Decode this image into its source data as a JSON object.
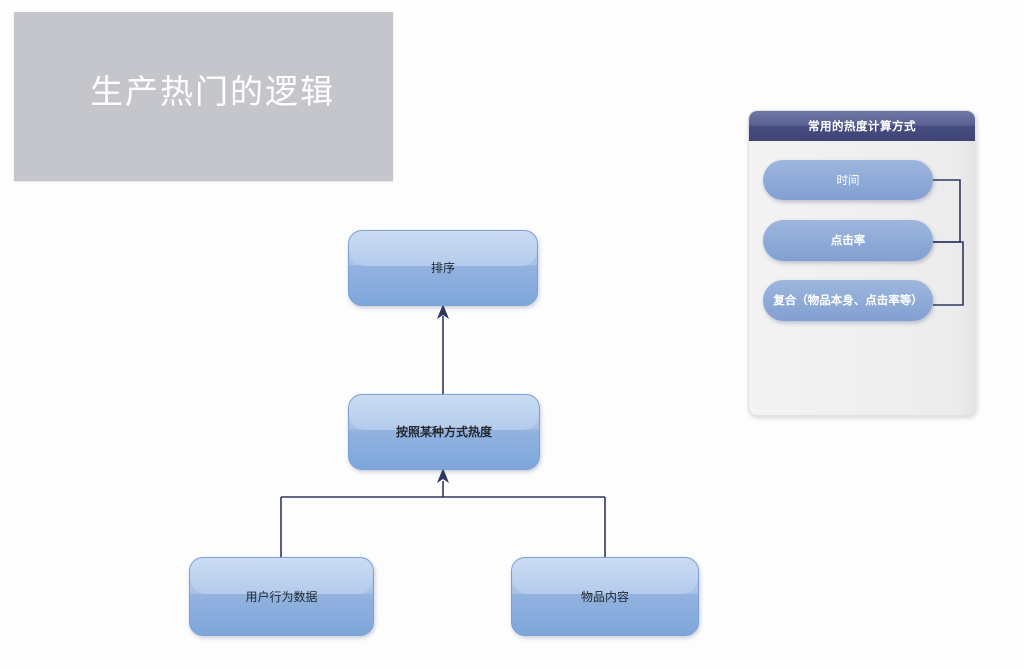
{
  "slide": {
    "title": "生产热门的逻辑",
    "title_color": "#ffffff",
    "title_bg_color": "#c5c6cb"
  },
  "flowchart": {
    "type": "diagram",
    "accent_color": "#8fabd8",
    "connector_color": "#2f3760",
    "nodes": [
      {
        "id": "sort",
        "label": "排序",
        "bold": false,
        "level": 1
      },
      {
        "id": "heat",
        "label": "按照某种方式热度",
        "bold": true,
        "level": 2
      },
      {
        "id": "behavior",
        "label": "用户行为数据",
        "bold": false,
        "level": 3
      },
      {
        "id": "content",
        "label": "物品内容",
        "bold": false,
        "level": 3
      }
    ],
    "edges": [
      {
        "from": "heat",
        "to": "sort",
        "arrow": true
      },
      {
        "from": "behavior",
        "to": "heat",
        "arrow": true
      },
      {
        "from": "content",
        "to": "heat",
        "arrow": true
      }
    ]
  },
  "panel": {
    "header": "常用的热度计算方式",
    "header_color": "#ffffff",
    "header_bg_color": "#474d80",
    "items": [
      {
        "id": "time",
        "label": "时间",
        "bold": false
      },
      {
        "id": "ctr",
        "label": "点击率",
        "bold": true
      },
      {
        "id": "mixed",
        "label": "复合（物品本身、点击率等）",
        "bold": true
      }
    ]
  }
}
